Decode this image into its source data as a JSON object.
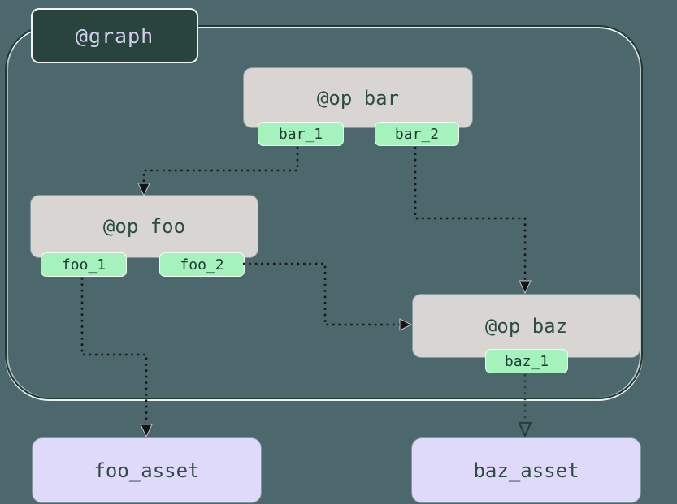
{
  "diagram": {
    "graph_label": "@graph",
    "ops": [
      {
        "id": "bar",
        "label": "@op bar",
        "outputs": [
          "bar_1",
          "bar_2"
        ]
      },
      {
        "id": "foo",
        "label": "@op foo",
        "outputs": [
          "foo_1",
          "foo_2"
        ]
      },
      {
        "id": "baz",
        "label": "@op baz",
        "outputs": [
          "baz_1"
        ]
      }
    ],
    "assets": [
      {
        "id": "foo_asset",
        "label": "foo_asset"
      },
      {
        "id": "baz_asset",
        "label": "baz_asset"
      }
    ],
    "edges": [
      {
        "from": "bar.bar_1",
        "to": "foo"
      },
      {
        "from": "bar.bar_2",
        "to": "baz"
      },
      {
        "from": "foo.foo_2",
        "to": "baz"
      },
      {
        "from": "foo.foo_1",
        "to": "foo_asset"
      },
      {
        "from": "baz.baz_1",
        "to": "baz_asset"
      }
    ],
    "colors": {
      "background": "#4c686c",
      "container_border": "#1d3a33",
      "graph_badge_bg": "#28443c",
      "graph_badge_text": "#d5cff1",
      "op_box_bg": "#d8d5d2",
      "op_text": "#2c4c45",
      "output_tab_bg": "#a6f2bd",
      "output_tab_text": "#1e3a34",
      "asset_bg": "#dfdafa",
      "asset_text": "#2c4c45",
      "edge": "#161616"
    }
  }
}
